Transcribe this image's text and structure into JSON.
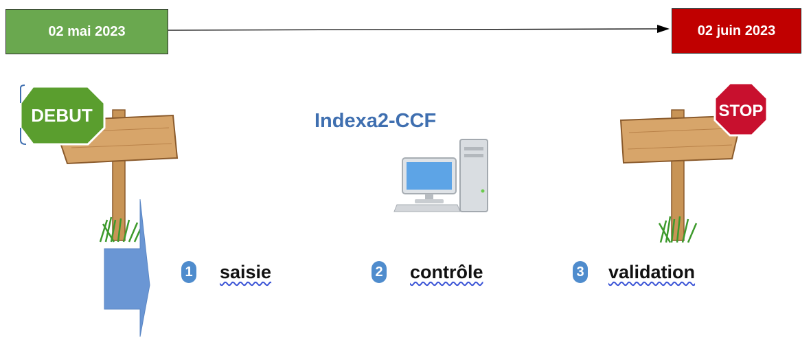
{
  "dates": {
    "start": "02 mai 2023",
    "end": "02 juin 2023"
  },
  "colors": {
    "start": "#6aa84f",
    "end": "#c00000",
    "title": "#3f6fb0",
    "step_badge": "#4f8ccd",
    "process_arrow": "#6a96d4"
  },
  "signs": {
    "start_label": "DEBUT",
    "stop_label": "STOP"
  },
  "title": "Indexa2-CCF",
  "steps": [
    {
      "number": "1",
      "label": "saisie"
    },
    {
      "number": "2",
      "label": "contrôle"
    },
    {
      "number": "3",
      "label": "validation"
    }
  ],
  "icons": [
    "signpost-debut-icon",
    "signpost-stop-icon",
    "desktop-computer-icon",
    "process-arrow-icon"
  ]
}
